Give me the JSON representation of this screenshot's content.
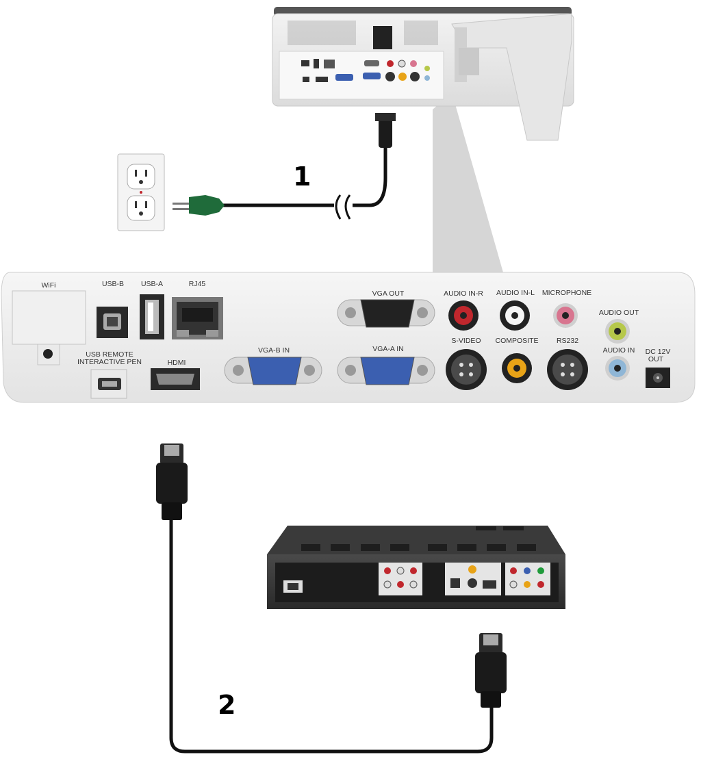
{
  "callouts": {
    "power_cable": "1",
    "hdmi_cable": "2"
  },
  "panel_labels": {
    "wifi": "WiFi",
    "usb_b": "USB-B",
    "usb_a": "USB-A",
    "rj45": "RJ45",
    "vga_out": "VGA OUT",
    "audio_in_r": "AUDIO IN-R",
    "audio_in_l": "AUDIO IN-L",
    "microphone": "MICROPHONE",
    "audio_out": "AUDIO OUT",
    "usb_remote_line1": "USB REMOTE",
    "usb_remote_line2": "INTERACTIVE PEN",
    "hdmi": "HDMI",
    "vga_b_in": "VGA-B IN",
    "vga_a_in": "VGA-A IN",
    "s_video": "S-VIDEO",
    "composite": "COMPOSITE",
    "rs232": "RS232",
    "audio_in": "AUDIO IN",
    "dc_out_line1": "DC 12V",
    "dc_out_line2": "OUT"
  },
  "colors": {
    "panel": "#eeeeee",
    "vga_blue": "#3b5fb0",
    "red_jack": "#c0272d",
    "yellow_jack": "#e8a317",
    "green_plug": "#1f6b3a",
    "pink_jack": "#d8758f",
    "lime_jack": "#b6c84a",
    "lightblue_jack": "#8fb6d6"
  }
}
